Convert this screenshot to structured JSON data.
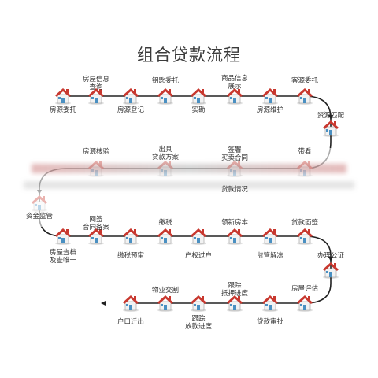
{
  "title": "组合贷款流程",
  "nodes": [
    {
      "label": "房源委托"
    },
    {
      "label": "房屋信息\n查询"
    },
    {
      "label": "房源登记"
    },
    {
      "label": "钥匙委托"
    },
    {
      "label": "实勘"
    },
    {
      "label": "商品信息\n展示"
    },
    {
      "label": "房源维护"
    },
    {
      "label": "客源委托"
    },
    {
      "label": "资源匹配"
    },
    {
      "label": "带看"
    },
    {
      "label": "签署\n买卖合同"
    },
    {
      "label": "出具\n贷款方案"
    },
    {
      "label": "房源核验"
    },
    {
      "label": "贷款情况"
    },
    {
      "label": "资金监管"
    },
    {
      "label": "网签\n合同备案"
    },
    {
      "label": "房屋查档\n及查唯一"
    },
    {
      "label": "缴税预审"
    },
    {
      "label": "缴税"
    },
    {
      "label": "产权过户"
    },
    {
      "label": "领新房本"
    },
    {
      "label": "监管解冻"
    },
    {
      "label": "贷款面签"
    },
    {
      "label": "办理公证"
    },
    {
      "label": "房屋评估"
    },
    {
      "label": "贷款审批"
    },
    {
      "label": "跟踪\n抵押进度"
    },
    {
      "label": "跟踪\n放款进度"
    },
    {
      "label": "物业交割"
    },
    {
      "label": "户口迁出"
    }
  ],
  "colors": {
    "line": "#222222",
    "roof": "#c8382f",
    "wall": "#f2f2f2",
    "accent": "#4a90c2"
  },
  "icon": "house-icon"
}
